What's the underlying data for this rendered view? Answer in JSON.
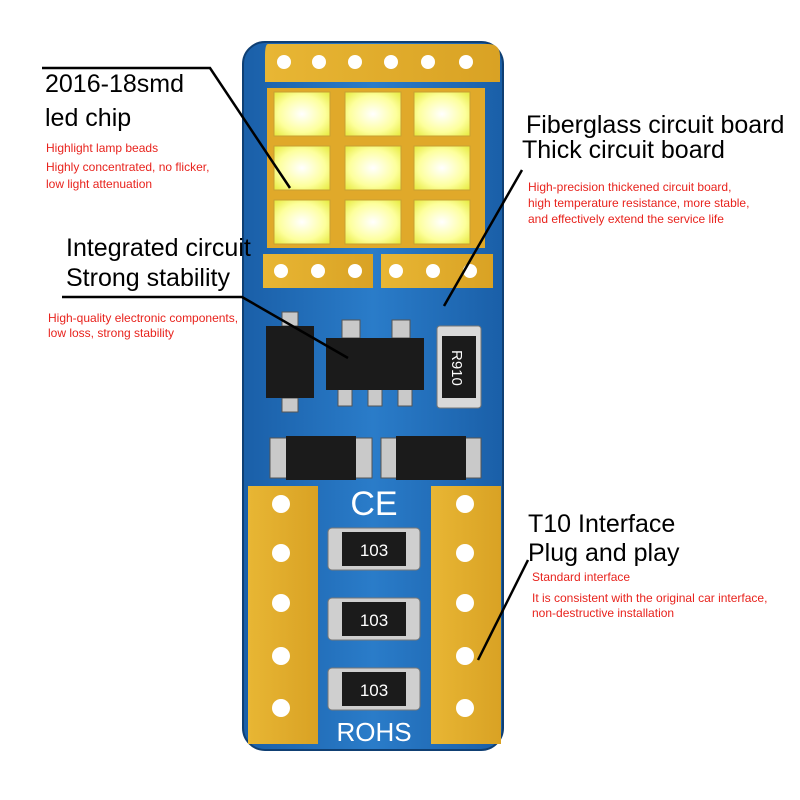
{
  "colors": {
    "board": "#1d6bb8",
    "board_dark": "#14508f",
    "gold": "#e3b130",
    "gold_dark": "#b9861a",
    "led": "#fbfe7a",
    "led_white": "#ffffff",
    "component": "#1b1b1b",
    "accent_red": "#e8231d"
  },
  "callouts": {
    "led_chip": {
      "title_line1": "2016-18smd",
      "title_line2": "led chip",
      "desc": [
        "Highlight lamp beads",
        "Highly concentrated, no flicker,",
        "low light attenuation"
      ]
    },
    "circuit_board": {
      "title_line1": "Fiberglass circuit board",
      "title_line2": "Thick circuit board",
      "desc": [
        "High-precision thickened circuit board,",
        "high temperature resistance, more stable,",
        "and effectively extend the service life"
      ]
    },
    "integrated_circuit": {
      "title_line1": "Integrated circuit",
      "title_line2": "Strong stability",
      "desc": [
        "High-quality electronic components,",
        "low loss, strong stability"
      ]
    },
    "interface": {
      "title_line1": "T10 Interface",
      "title_line2": "Plug and play",
      "desc": [
        "Standard interface",
        "It is consistent with the original car interface,",
        "non-destructive installation"
      ]
    }
  },
  "board_markings": {
    "ce": "CE",
    "rohs": "ROHS",
    "resistor_top": "R910",
    "resistors": [
      "103",
      "103",
      "103"
    ]
  }
}
